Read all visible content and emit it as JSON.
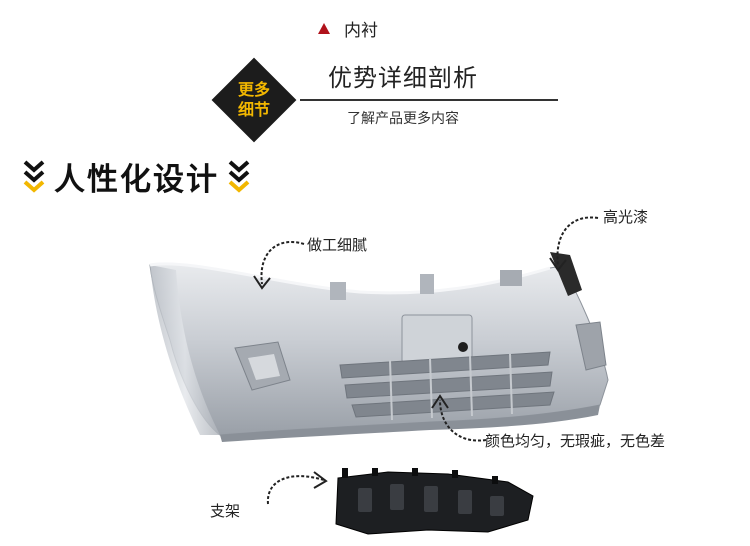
{
  "header": {
    "top_label": "内衬",
    "badge_line1": "更多",
    "badge_line2": "细节",
    "title": "优势详细剖析",
    "subtitle": "了解产品更多内容"
  },
  "section": {
    "heading": "人性化设计"
  },
  "callouts": {
    "workmanship": "做工细腻",
    "gloss": "高光漆",
    "color": "颜色均匀，无瑕疵，无色差",
    "bracket": "支架"
  },
  "colors": {
    "accent_yellow": "#f2b700",
    "accent_red": "#b0121b",
    "badge_bg": "#1c1c1c"
  }
}
